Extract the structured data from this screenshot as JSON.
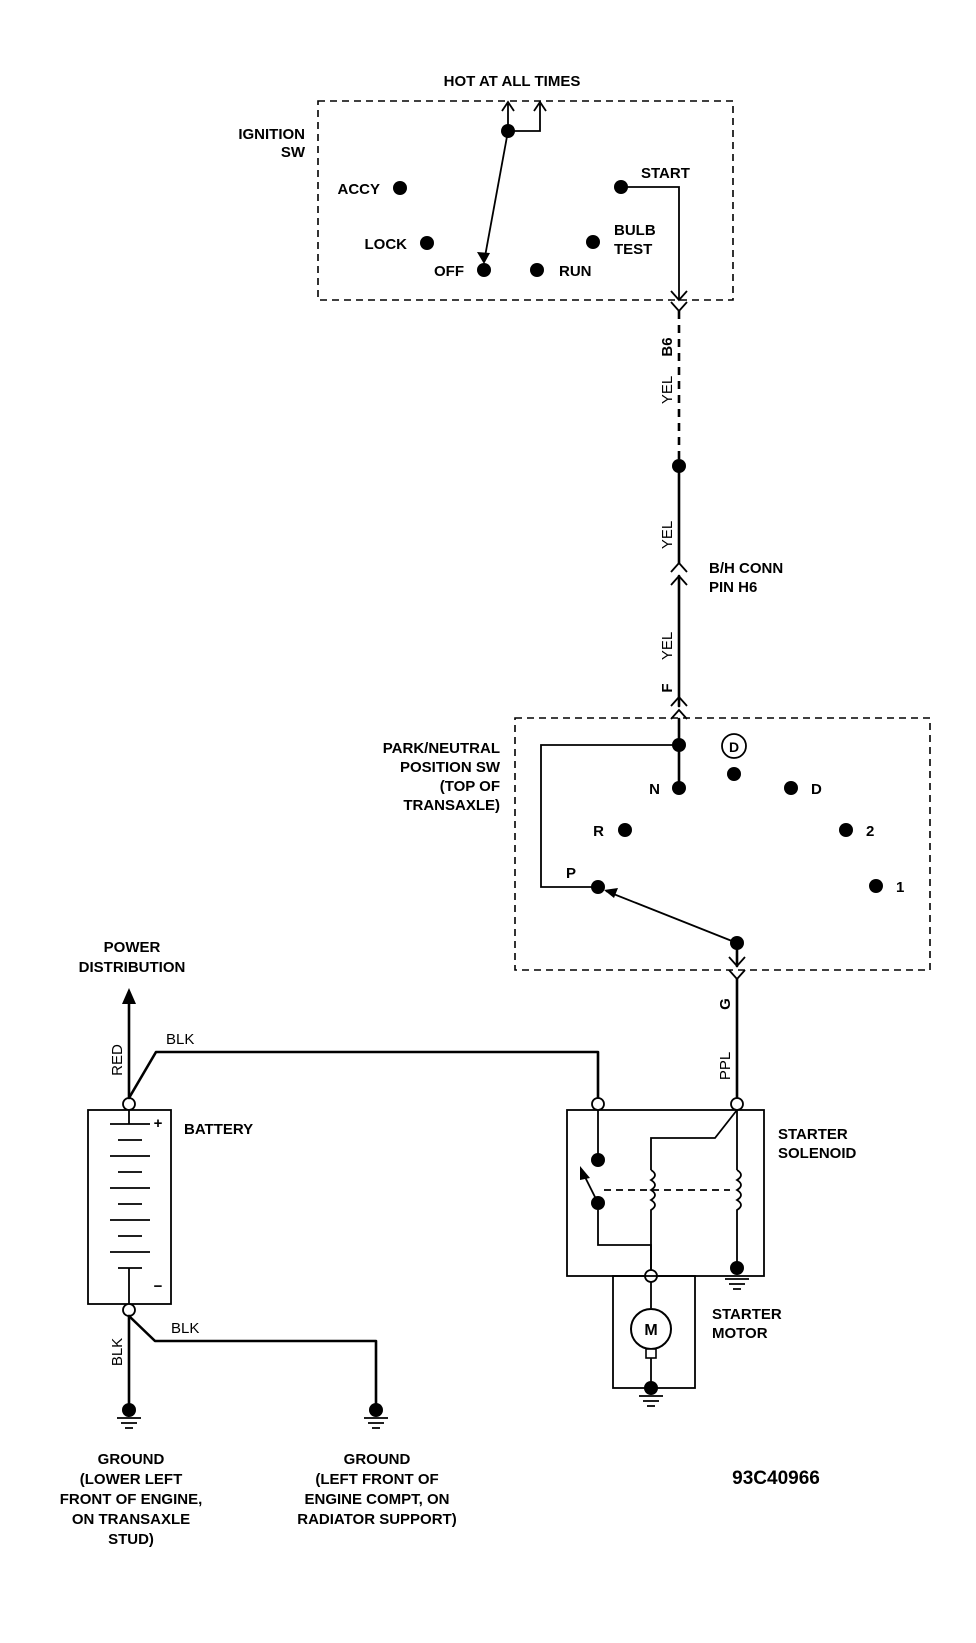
{
  "ignition": {
    "hot_label": "HOT AT ALL TIMES",
    "title_l1": "IGNITION",
    "title_l2": "SW",
    "accy": "ACCY",
    "lock": "LOCK",
    "off": "OFF",
    "run": "RUN",
    "start": "START",
    "bulb_l1": "BULB",
    "bulb_l2": "TEST"
  },
  "wires": {
    "b6": "B6",
    "yel_1": "YEL",
    "yel_2": "YEL",
    "yel_3": "YEL",
    "f": "F",
    "g": "G",
    "ppl": "PPL",
    "red": "RED",
    "blk_top": "BLK",
    "blk_bottom": "BLK",
    "blk_vertical": "BLK"
  },
  "connector": {
    "line1": "B/H CONN",
    "line2": "PIN H6"
  },
  "park_neutral": {
    "title_l1": "PARK/NEUTRAL",
    "title_l2": "POSITION SW",
    "title_l3": "(TOP OF",
    "title_l4": "TRANSAXLE)",
    "circled_d": "D",
    "n": "N",
    "d": "D",
    "r": "R",
    "two": "2",
    "p": "P",
    "one": "1"
  },
  "power": {
    "line1": "POWER",
    "line2": "DISTRIBUTION"
  },
  "battery": {
    "label": "BATTERY",
    "plus": "+",
    "minus": "−"
  },
  "solenoid": {
    "line1": "STARTER",
    "line2": "SOLENOID"
  },
  "motor": {
    "symbol": "M",
    "line1": "STARTER",
    "line2": "MOTOR"
  },
  "ground_left": {
    "l1": "GROUND",
    "l2": "(LOWER LEFT",
    "l3": "FRONT OF ENGINE,",
    "l4": "ON TRANSAXLE",
    "l5": "STUD)"
  },
  "ground_right": {
    "l1": "GROUND",
    "l2": "(LEFT FRONT OF",
    "l3": "ENGINE COMPT, ON",
    "l4": "RADIATOR SUPPORT)"
  },
  "figure_id": "93C40966"
}
